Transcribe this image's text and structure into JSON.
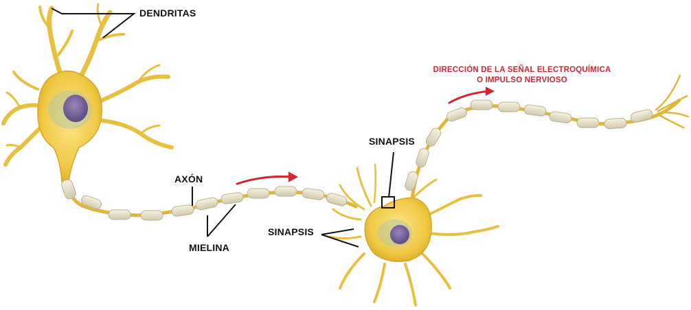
{
  "labels": {
    "dendritas": "DENDRITAS",
    "axon": "AXÓN",
    "mielina": "MIELINA",
    "sinapsis_top": "SINAPSIS",
    "sinapsis_bottom": "SINAPSIS",
    "direction_line1": "DIRECCIÓN DE LA SEÑAL ELECTROQUÍMICA",
    "direction_line2": "O IMPULSO NERVIOSO"
  },
  "colors": {
    "neuron_fill": "#f2cf55",
    "neuron_stroke": "#c99a18",
    "myelin": "#ece6cf",
    "arrow_red": "#d4262e",
    "label_text": "#111111"
  }
}
